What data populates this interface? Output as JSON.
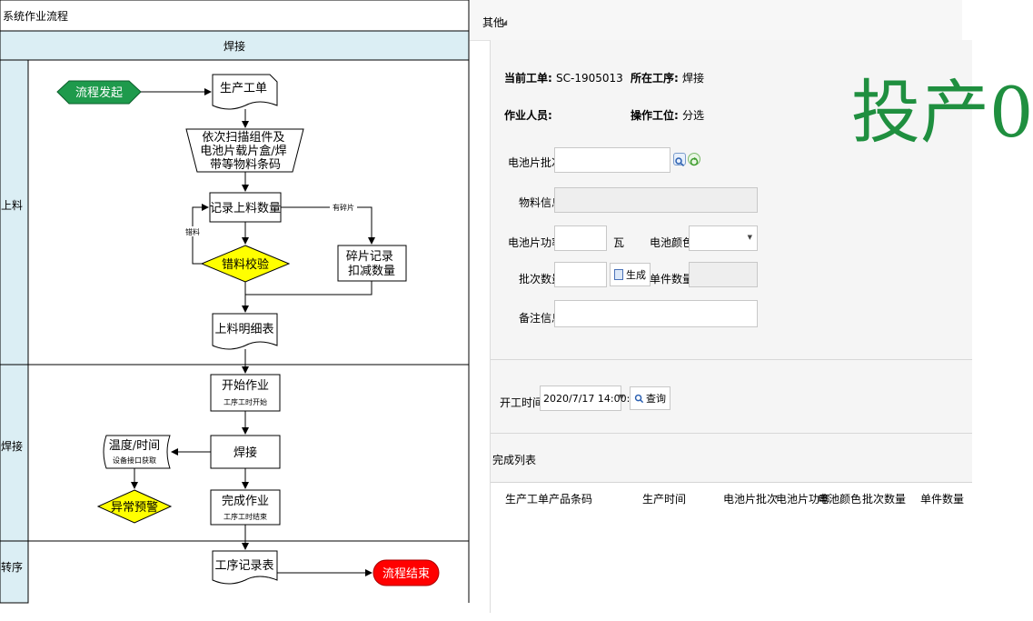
{
  "flowchart": {
    "title": "系统作业流程",
    "column_header": "焊接",
    "lanes": [
      {
        "label": "上料"
      },
      {
        "label": "焊接"
      },
      {
        "label": "转序"
      }
    ],
    "nodes": {
      "start": "流程发起",
      "order": "生产工单",
      "scan": [
        "依次扫描组件及",
        "电池片载片盒/焊",
        "带等物料条码"
      ],
      "record": "记录上料数量",
      "check": "错料校验",
      "fragment": [
        "碎片记录",
        "扣减数量"
      ],
      "detail": "上料明细表",
      "start_work": "开始作业",
      "start_work_sub": "工序工时开始",
      "weld": "焊接",
      "temp": "温度/时间",
      "temp_sub": "设备接口获取",
      "alarm": "异常预警",
      "finish": "完成作业",
      "finish_sub": "工序工时结束",
      "process_record": "工序记录表",
      "end": "流程结束"
    },
    "edge_labels": {
      "has_fragment": "有碎片",
      "wrong_material": "错料"
    },
    "colors": {
      "header_fill": "#dbeef4",
      "start_fill": "#1e9a4c",
      "decision_fill": "#ffff00",
      "end_fill": "#ff0000"
    }
  },
  "form": {
    "tab": "其他",
    "current_order_label": "当前工单:",
    "current_order_value": "SC-1905013",
    "process_label": "所在工序:",
    "process_value": "焊接",
    "operator_label": "作业人员:",
    "station_label": "操作工位:",
    "station_value": "分选",
    "big_text": "投产0",
    "cell_batch_label": "电池片批次:",
    "material_info_label": "物料信息:",
    "cell_power_label": "电池片功率:",
    "power_unit": "瓦",
    "cell_color_label": "电池颜色:",
    "batch_qty_label": "批次数量:",
    "generate_button": "生成",
    "unit_qty_label": "单件数量:",
    "remark_label": "备注信息:",
    "start_time_label": "开工时间从:",
    "start_time_value": "2020/7/17 14:00:00",
    "query_button": "查询",
    "completed_list_label": "完成列表",
    "table_headers": [
      "生产工单",
      "产品条码",
      "生产时间",
      "电池片批次",
      "电池片功率",
      "电池颜色",
      "批次数量",
      "单件数量"
    ]
  }
}
